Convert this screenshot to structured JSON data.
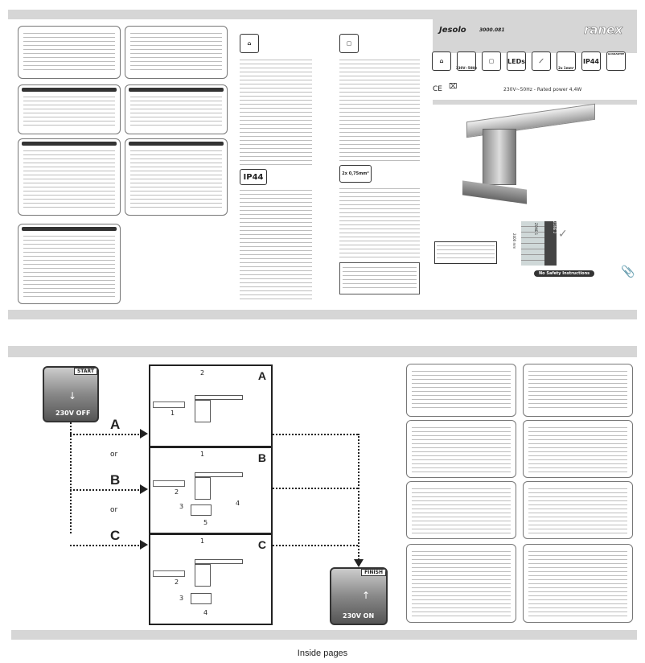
{
  "product": {
    "name": "Jesolo",
    "code": "3000.081",
    "brand": "ranex",
    "power": "230V~50Hz - Rated power 4,4W"
  },
  "icons": [
    {
      "name": "indoor-house-icon"
    },
    {
      "name": "voltage-icon",
      "label": "230V~50Hz"
    },
    {
      "name": "class-ii-icon"
    },
    {
      "name": "leds-icon",
      "label": "LEDs"
    },
    {
      "name": "cable-strip-icon"
    },
    {
      "name": "wire-section-icon",
      "label": "2x 1mm²"
    },
    {
      "name": "ip44-icon",
      "label": "IP44"
    },
    {
      "name": "guarantee-icon",
      "label": "GUARANTEE"
    }
  ],
  "marks": {
    "ce": "CE",
    "weee": "weee-bin-icon"
  },
  "middle": {
    "ip44": "IP44",
    "wire": "2x 0,75mm²"
  },
  "zone": {
    "zone1": "ZONE 1",
    "zone2": "ZONE 2",
    "height": "2400 mm"
  },
  "safety_tag": "No Safety Instructions",
  "diagram": {
    "start": "START",
    "start_voltage": "230V OFF",
    "finish": "FINISH",
    "finish_voltage": "230V ON",
    "options": [
      "A",
      "B",
      "C"
    ],
    "or": "or",
    "panel_a_nums": [
      "1",
      "2"
    ],
    "panel_b_nums": [
      "1",
      "2",
      "3",
      "4",
      "5"
    ],
    "panel_c_nums": [
      "1",
      "2",
      "3",
      "4"
    ]
  },
  "footer": "Inside pages"
}
